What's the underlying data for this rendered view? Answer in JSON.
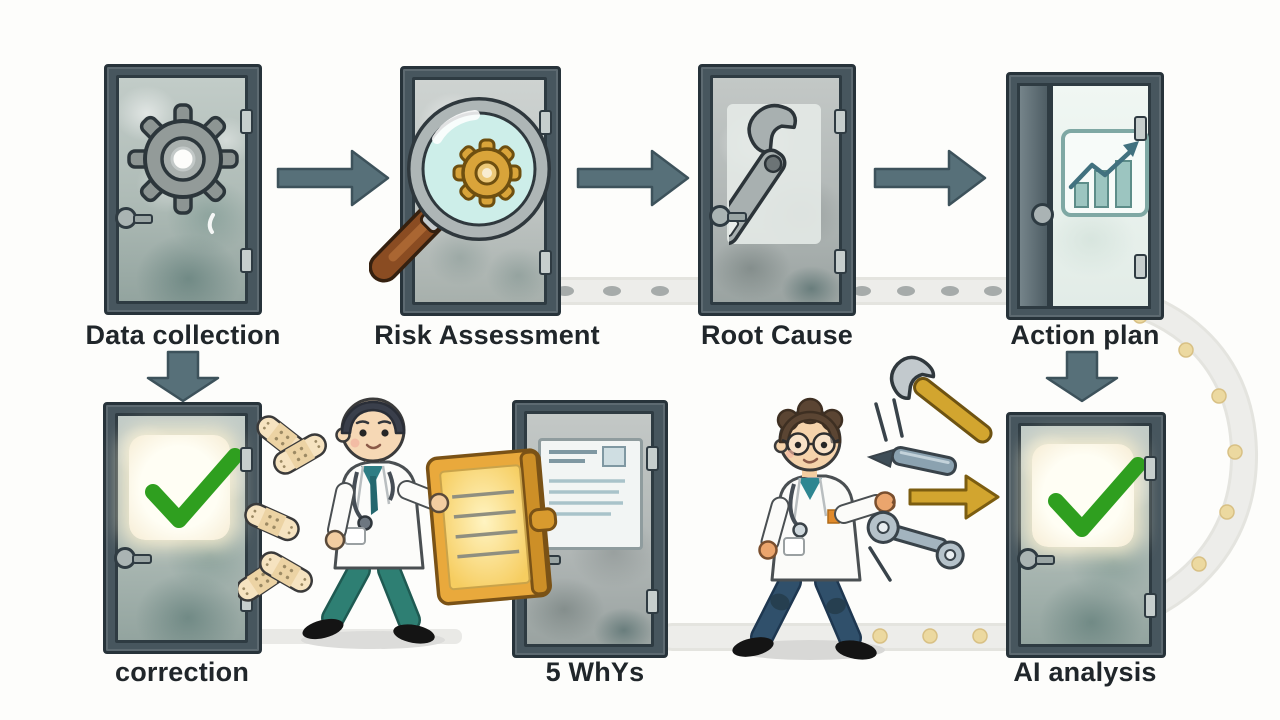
{
  "scene": {
    "description": "Watercolor cartoon flowchart of doors showing an incident-management loop",
    "background": "#fdfdfb"
  },
  "steps": [
    {
      "label": "Data collection",
      "icon": "gear-icon"
    },
    {
      "label": "Risk Assessment",
      "icon": "magnifier-gear-icon"
    },
    {
      "label": "Root Cause",
      "icon": "wrench-icon"
    },
    {
      "label": "Action plan",
      "icon": "growth-chart-icon"
    },
    {
      "label": "correction",
      "icon": "green-check-icon"
    },
    {
      "label": "5 WhYs",
      "icon": "document-icon"
    },
    {
      "label": "AI analysis",
      "icon": "green-check-icon"
    }
  ],
  "figures": [
    {
      "name": "doctor-with-folder",
      "description": "doctor carrying golden folder"
    },
    {
      "name": "doctor-reaching-tools",
      "description": "doctor reaching toward flying tools"
    },
    {
      "name": "bandages",
      "description": "floating adhesive bandages"
    },
    {
      "name": "loop-ribbon",
      "description": "dotted loop ribbon from Root Cause to AI analysis"
    }
  ],
  "palette": {
    "arrow": "#577079",
    "label_text": "#20262a",
    "check_green": "#2f9f1f",
    "folder_gold": "#e9a93c",
    "tool_gold": "#d2a52f",
    "door_frame": "#47565e",
    "ribbon": "#ededea"
  }
}
